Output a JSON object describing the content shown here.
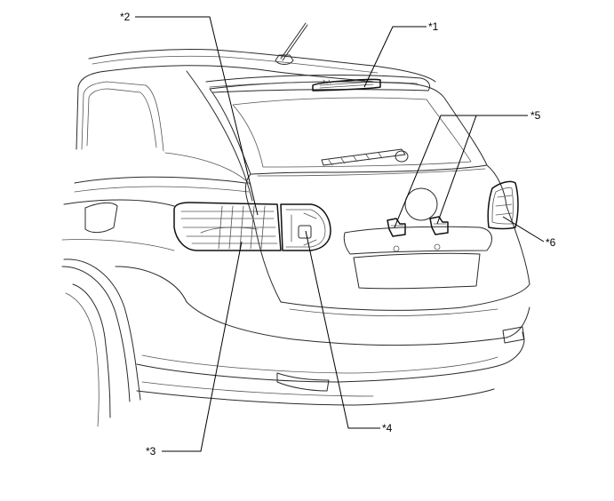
{
  "diagram": {
    "callouts": [
      {
        "id": "1",
        "label": "*1"
      },
      {
        "id": "2",
        "label": "*2"
      },
      {
        "id": "3",
        "label": "*3"
      },
      {
        "id": "4",
        "label": "*4"
      },
      {
        "id": "5",
        "label": "*5"
      },
      {
        "id": "6",
        "label": "*6"
      }
    ]
  },
  "colors": {
    "line": "#2a2a2a",
    "background": "#ffffff"
  }
}
